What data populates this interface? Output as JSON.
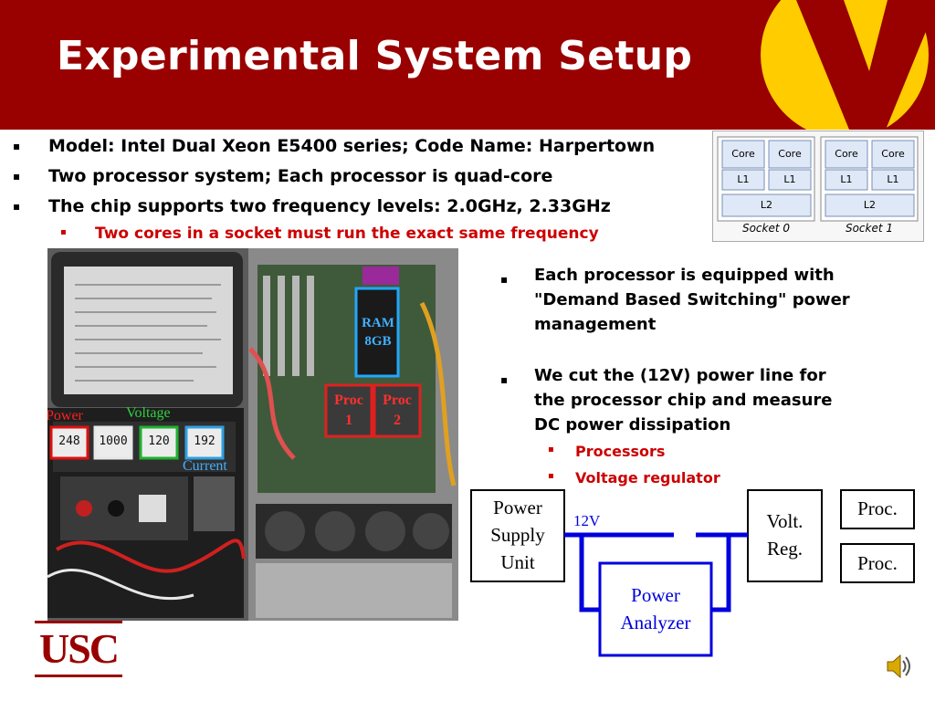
{
  "slide": {
    "title": "Experimental System Setup",
    "colors": {
      "title_bar": "#990000",
      "logo_gold": "#ffcc00",
      "emph_red": "#cc0000",
      "wire_blue": "#0000dd"
    }
  },
  "bullets_top": [
    {
      "text": "Model: Intel Dual Xeon E5400 series; Code Name: Harpertown"
    },
    {
      "text": "Two processor system; Each processor is quad-core"
    },
    {
      "text": "The chip supports two frequency levels: 2.0GHz, 2.33GHz"
    }
  ],
  "sub_bullet_top": "Two cores in a socket must run the exact same frequency",
  "bullets_right": [
    {
      "lines": [
        "Each processor is equipped with",
        "\"Demand Based Switching\" power",
        "management"
      ]
    },
    {
      "lines": [
        "We cut the (12V) power line for",
        "the processor chip and measure",
        "DC power dissipation"
      ]
    }
  ],
  "sub_bullets_right": [
    "Processors",
    "Voltage regulator"
  ],
  "socket_diagram": {
    "core": "Core",
    "l1": "L1",
    "l2": "L2",
    "sockets": [
      "Socket 0",
      "Socket 1"
    ]
  },
  "photo": {
    "meter_labels": {
      "power": "Power",
      "voltage": "Voltage",
      "current": "Current"
    },
    "readings": [
      "248",
      "1000",
      "120",
      "192"
    ],
    "ram": [
      "RAM",
      "8GB"
    ],
    "procs": [
      {
        "name": "Proc",
        "num": "1"
      },
      {
        "name": "Proc",
        "num": "2"
      }
    ]
  },
  "power_diagram": {
    "psu": [
      "Power",
      "Supply",
      "Unit"
    ],
    "volt_reg": [
      "Volt.",
      "Reg."
    ],
    "proc": "Proc.",
    "analyzer": [
      "Power",
      "Analyzer"
    ],
    "line_label": "12V"
  },
  "logo": {
    "usc": "USC"
  }
}
